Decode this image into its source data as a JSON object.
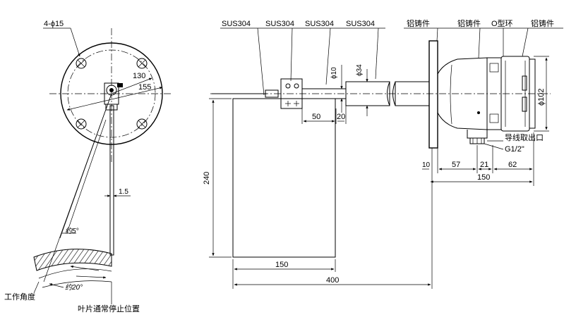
{
  "left_view": {
    "hole_label": "4-ϕ15",
    "dim_130": "130",
    "dim_155": "155",
    "dim_1_5": "1.5",
    "angle_5": "约5°",
    "angle_20": "约20°",
    "working_angle": "工作角度",
    "blade_stop": "叶片通常停止位置"
  },
  "side_view": {
    "material_1": "SUS304",
    "material_2": "SUS304",
    "material_3": "SUS304",
    "material_4": "SUS304",
    "cast_1": "铝铸件",
    "cast_2": "铝铸件",
    "o_ring": "O型环",
    "cast_3": "铝铸件",
    "dia_10": "ϕ10",
    "dia_34": "ϕ34",
    "dia_102": "ϕ102",
    "dim_50": "50",
    "dim_20": "20",
    "dim_240": "240",
    "dim_150_blade": "150",
    "dim_400": "400",
    "dim_10": "10",
    "dim_57": "57",
    "dim_21": "21",
    "dim_62": "62",
    "dim_150_total": "150",
    "cable_outlet": "导线取出口",
    "thread": "G1/2\""
  }
}
